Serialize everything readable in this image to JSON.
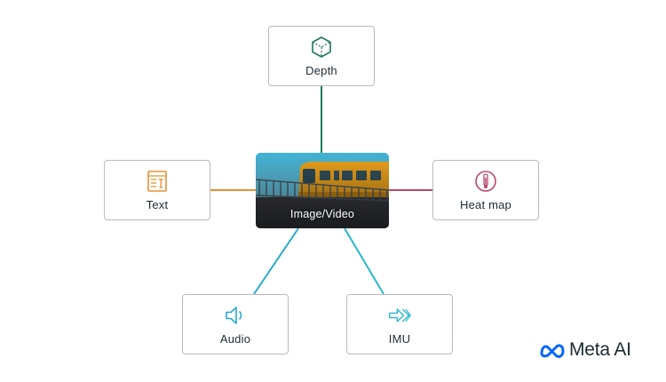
{
  "center": {
    "label": "Image/Video"
  },
  "nodes": {
    "depth": {
      "label": "Depth",
      "color": "#1f7a5a"
    },
    "text": {
      "label": "Text",
      "color": "#e8922e"
    },
    "heat": {
      "label": "Heat map",
      "color": "#b8476a"
    },
    "audio": {
      "label": "Audio",
      "color": "#26a9d0"
    },
    "imu": {
      "label": "IMU",
      "color": "#26b8d0"
    }
  },
  "brand": {
    "name": "Meta AI",
    "color": "#0866ff"
  }
}
